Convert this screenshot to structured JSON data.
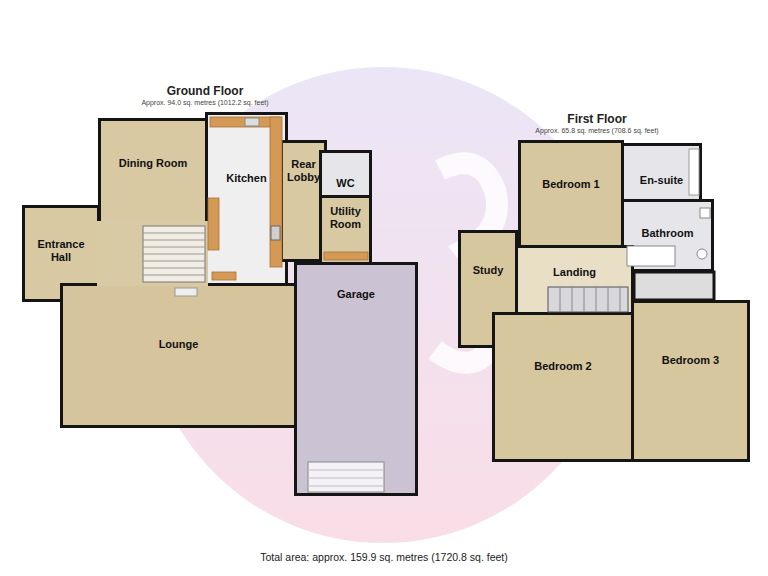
{
  "diagram": {
    "caption": "Total area: approx. 159.9 sq. metres (1720.8 sq. feet)",
    "nodes": [
      {
        "text": [
          "Ground Floor",
          "Approx. 94.0 sq. metres (1012.2 sq. feet)"
        ]
      },
      {
        "text": [
          "Dining Room"
        ],
        "in": 0
      },
      {
        "text": [
          "Kitchen"
        ],
        "in": 0
      },
      {
        "text": [
          "Rear Lobby"
        ],
        "in": 0
      },
      {
        "text": [
          "WC"
        ],
        "in": 0
      },
      {
        "text": [
          "Entrance Hall"
        ],
        "in": 0
      },
      {
        "text": [
          "Utility Room"
        ],
        "in": 0
      },
      {
        "text": [
          "Lounge"
        ],
        "in": 0
      },
      {
        "text": [
          "Garage"
        ],
        "in": 0
      },
      {
        "text": [
          "First Floor",
          "Approx. 65.8 sq. metres (708.6 sq. feet)"
        ]
      },
      {
        "text": [
          "Bedroom 1"
        ],
        "in": 9
      },
      {
        "text": [
          "En-suite"
        ],
        "in": 9
      },
      {
        "text": [
          "Bathroom"
        ],
        "in": 9
      },
      {
        "text": [
          "Study"
        ],
        "in": 9
      },
      {
        "text": [
          "Landing"
        ],
        "in": 9
      },
      {
        "text": [
          "Bedroom 2"
        ],
        "in": 9
      },
      {
        "text": [
          "Bedroom 3"
        ],
        "in": 9
      }
    ]
  }
}
